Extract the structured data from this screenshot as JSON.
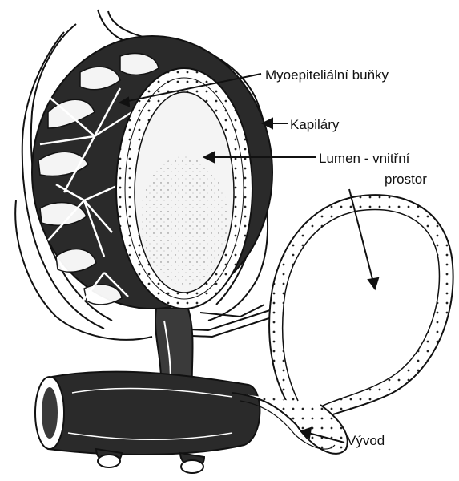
{
  "labels": {
    "myoepithelial": "Myoepiteliální buňky",
    "capillaries": "Kapiláry",
    "lumen_line1": "Lumen - vnitřní",
    "lumen_line2": "prostor",
    "duct": "Vývod"
  },
  "colors": {
    "ink": "#111111",
    "paper": "#ffffff",
    "shade": "#2a2a2a"
  }
}
